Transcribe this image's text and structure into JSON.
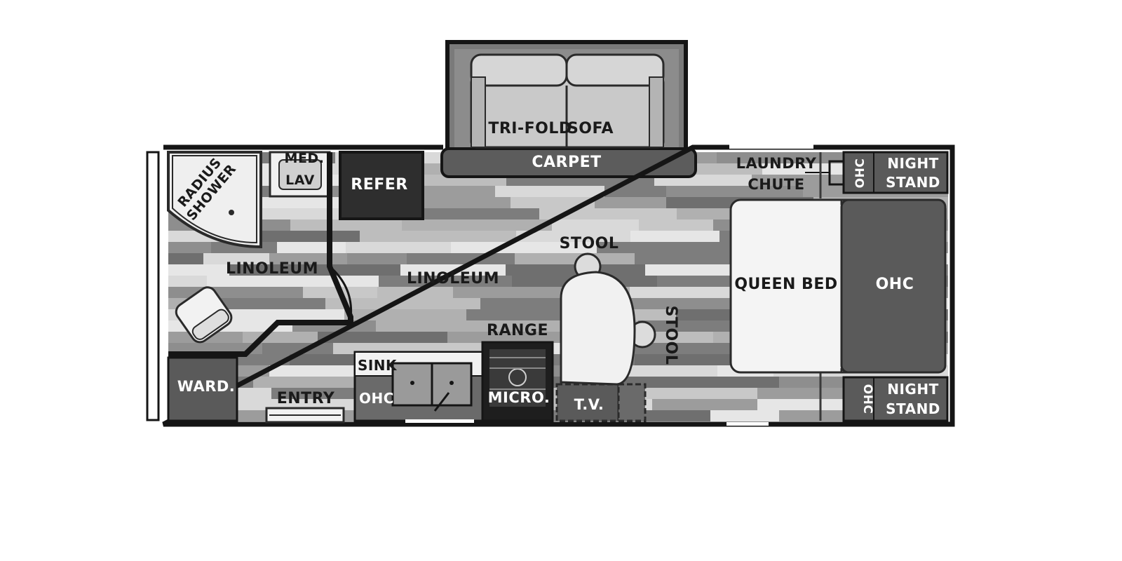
{
  "colors": {
    "wall": "#151515",
    "fixture": "#555555",
    "cabinet": "#5a5a5a",
    "refer": "#2e2e2e",
    "floor_light": "#d8d8d8",
    "floor_dark": "#6e6e6e",
    "bed": "#f4f4f4"
  },
  "labels": {
    "trifold": "TRI-FOLD",
    "sofa": "SOFA",
    "carpet": "CARPET",
    "med": "MED.",
    "lav": "LAV",
    "refer": "REFER",
    "radius": "RADIUS",
    "shower": "SHOWER",
    "linoleum_bath": "LINOLEUM",
    "linoleum_main": "LINOLEUM",
    "stool_top": "STOOL",
    "stool_side": "STOOL",
    "range": "RANGE",
    "sink": "SINK",
    "ohc_galley": "OHC",
    "micro": "MICRO.",
    "tv": "T.V.",
    "ward": "WARD.",
    "entry": "ENTRY",
    "laundry": "LAUNDRY",
    "chute": "CHUTE",
    "ohc_top": "OHC",
    "night_top_1": "NIGHT",
    "night_top_2": "STAND",
    "queen_bed": "QUEEN BED",
    "ohc_bed": "OHC",
    "ohc_bottom": "OHC",
    "night_bot_1": "NIGHT",
    "night_bot_2": "STAND"
  }
}
